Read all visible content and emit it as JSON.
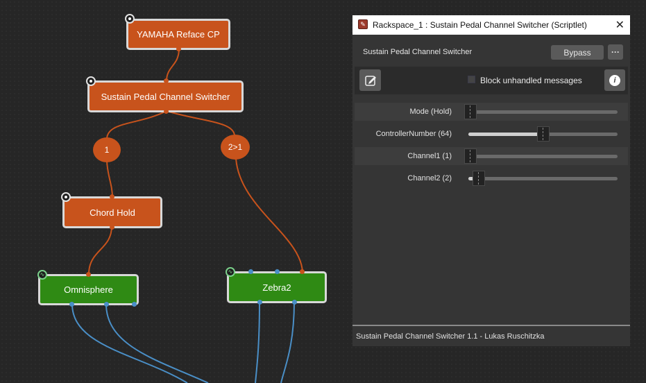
{
  "graph": {
    "nodes": {
      "yamaha": {
        "label": "YAMAHA Reface CP"
      },
      "sustain": {
        "label": "Sustain Pedal Channel Switcher"
      },
      "chord": {
        "label": "Chord Hold"
      },
      "omni": {
        "label": "Omnisphere"
      },
      "zebra": {
        "label": "Zebra2"
      }
    },
    "channel_bubbles": [
      "1",
      "2>1"
    ],
    "colors": {
      "midi_node": "#c8531c",
      "audio_node": "#2f8a14",
      "midi_wire": "#c8531c",
      "audio_wire": "#4a8fc7"
    }
  },
  "plugin_window": {
    "title": "Rackspace_1 : Sustain Pedal Channel Switcher (Scriptlet)",
    "plugin_name": "Sustain Pedal Channel Switcher",
    "bypass_label": "Bypass",
    "more_label": "···",
    "block_label": "Block unhandled messages",
    "block_checked": false,
    "info_label": "i",
    "edit_icon": "edit-icon",
    "params": [
      {
        "label": "Mode (Hold)",
        "value": 0.0
      },
      {
        "label": "ControllerNumber (64)",
        "value": 0.5
      },
      {
        "label": "Channel1 (1)",
        "value": 0.0
      },
      {
        "label": "Channel2 (2)",
        "value": 0.07
      }
    ],
    "footer": "Sustain Pedal Channel Switcher 1.1 - Lukas Ruschitzka"
  }
}
